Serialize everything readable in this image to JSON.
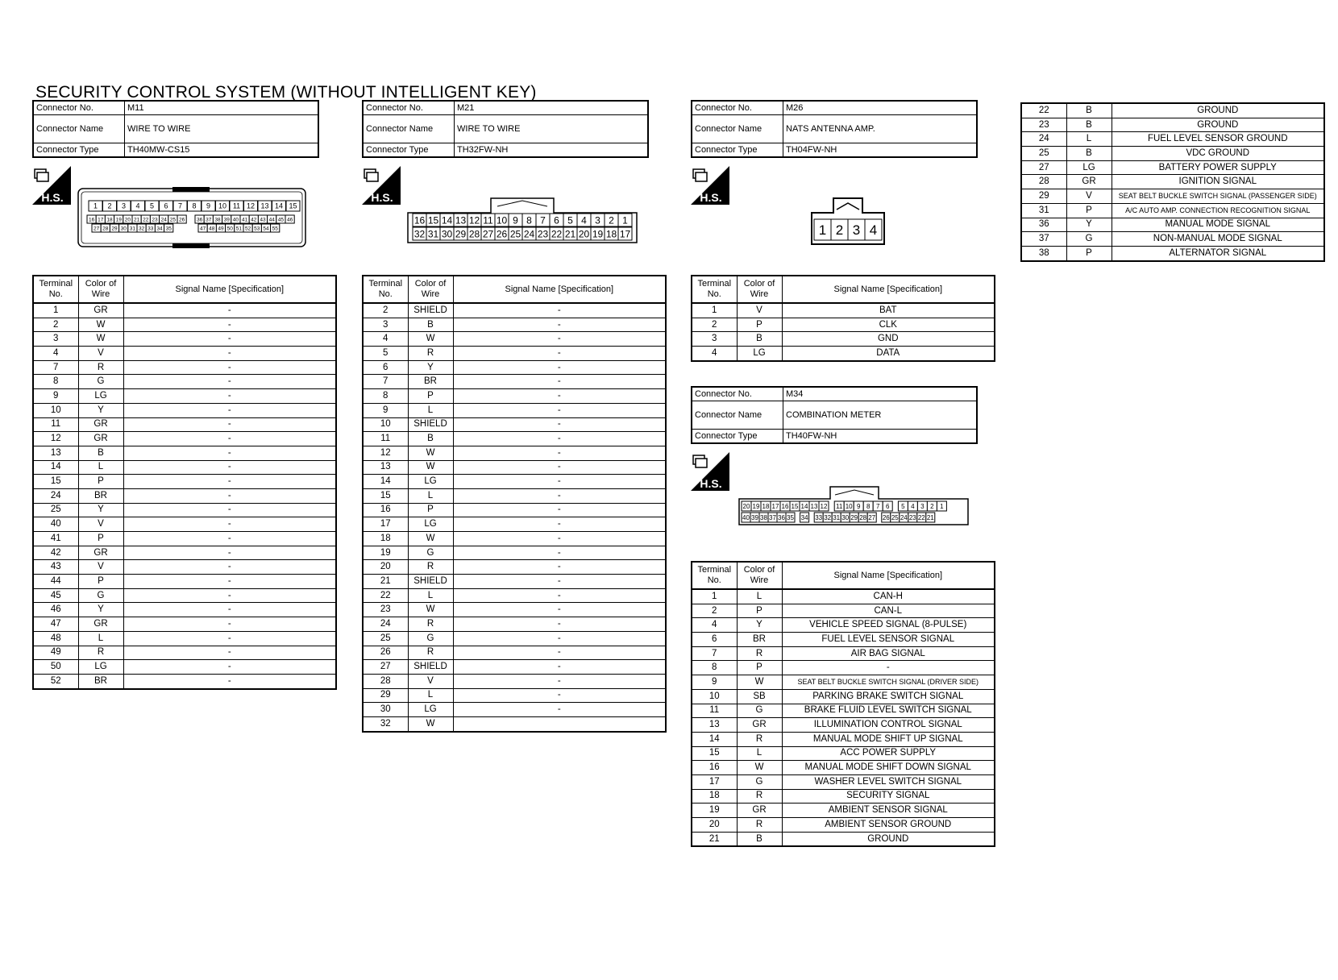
{
  "page": {
    "title": "SECURITY CONTROL SYSTEM (WITHOUT INTELLIGENT KEY)"
  },
  "labels": {
    "connector_no": "Connector No.",
    "connector_name": "Connector Name",
    "connector_type": "Connector Type",
    "terminal_no": "Terminal No.",
    "color_of_wire": "Color of Wire",
    "signal_name": "Signal Name [Specification]",
    "hs": "H.S."
  },
  "connectors": {
    "m11": {
      "no": "M11",
      "name": "WIRE TO WIRE",
      "type": "TH40MW-CS15",
      "rows": [
        [
          "1",
          "GR",
          "-"
        ],
        [
          "2",
          "W",
          "-"
        ],
        [
          "3",
          "W",
          "-"
        ],
        [
          "4",
          "V",
          "-"
        ],
        [
          "7",
          "R",
          "-"
        ],
        [
          "8",
          "G",
          "-"
        ],
        [
          "9",
          "LG",
          "-"
        ],
        [
          "10",
          "Y",
          "-"
        ],
        [
          "11",
          "GR",
          "-"
        ],
        [
          "12",
          "GR",
          "-"
        ],
        [
          "13",
          "B",
          "-"
        ],
        [
          "14",
          "L",
          "-"
        ],
        [
          "15",
          "P",
          "-"
        ],
        [
          "24",
          "BR",
          "-"
        ],
        [
          "25",
          "Y",
          "-"
        ],
        [
          "40",
          "V",
          "-"
        ],
        [
          "41",
          "P",
          "-"
        ],
        [
          "42",
          "GR",
          "-"
        ],
        [
          "43",
          "V",
          "-"
        ],
        [
          "44",
          "P",
          "-"
        ],
        [
          "45",
          "G",
          "-"
        ],
        [
          "46",
          "Y",
          "-"
        ],
        [
          "47",
          "GR",
          "-"
        ],
        [
          "48",
          "L",
          "-"
        ],
        [
          "49",
          "R",
          "-"
        ],
        [
          "50",
          "LG",
          "-"
        ],
        [
          "52",
          "BR",
          "-"
        ]
      ]
    },
    "m21": {
      "no": "M21",
      "name": "WIRE TO WIRE",
      "type": "TH32FW-NH",
      "rows": [
        [
          "2",
          "SHIELD",
          "-"
        ],
        [
          "3",
          "B",
          "-"
        ],
        [
          "4",
          "W",
          "-"
        ],
        [
          "5",
          "R",
          "-"
        ],
        [
          "6",
          "Y",
          "-"
        ],
        [
          "7",
          "BR",
          "-"
        ],
        [
          "8",
          "P",
          "-"
        ],
        [
          "9",
          "L",
          "-"
        ],
        [
          "10",
          "SHIELD",
          "-"
        ],
        [
          "11",
          "B",
          "-"
        ],
        [
          "12",
          "W",
          "-"
        ],
        [
          "13",
          "W",
          "-"
        ],
        [
          "14",
          "LG",
          "-"
        ],
        [
          "15",
          "L",
          "-"
        ],
        [
          "16",
          "P",
          "-"
        ],
        [
          "17",
          "LG",
          "-"
        ],
        [
          "18",
          "W",
          "-"
        ],
        [
          "19",
          "G",
          "-"
        ],
        [
          "20",
          "R",
          "-"
        ],
        [
          "21",
          "SHIELD",
          "-"
        ],
        [
          "22",
          "L",
          "-"
        ],
        [
          "23",
          "W",
          "-"
        ],
        [
          "24",
          "R",
          "-"
        ],
        [
          "25",
          "G",
          "-"
        ],
        [
          "26",
          "R",
          "-"
        ],
        [
          "27",
          "SHIELD",
          "-"
        ],
        [
          "28",
          "V",
          "-"
        ],
        [
          "29",
          "L",
          "-"
        ],
        [
          "30",
          "LG",
          "-"
        ],
        [
          "32",
          "W",
          ""
        ]
      ]
    },
    "m26": {
      "no": "M26",
      "name": "NATS ANTENNA AMP.",
      "type": "TH04FW-NH",
      "rows": [
        [
          "1",
          "V",
          "BAT"
        ],
        [
          "2",
          "P",
          "CLK"
        ],
        [
          "3",
          "B",
          "GND"
        ],
        [
          "4",
          "LG",
          "DATA"
        ]
      ]
    },
    "m34": {
      "no": "M34",
      "name": "COMBINATION METER",
      "type": "TH40FW-NH",
      "rows": [
        [
          "1",
          "L",
          "CAN-H"
        ],
        [
          "2",
          "P",
          "CAN-L"
        ],
        [
          "4",
          "Y",
          "VEHICLE SPEED SIGNAL (8-PULSE)"
        ],
        [
          "6",
          "BR",
          "FUEL LEVEL SENSOR SIGNAL"
        ],
        [
          "7",
          "R",
          "AIR BAG SIGNAL"
        ],
        [
          "8",
          "P",
          "-"
        ],
        [
          "9",
          "W",
          "SEAT BELT BUCKLE SWITCH SIGNAL (DRIVER SIDE)"
        ],
        [
          "10",
          "SB",
          "PARKING BRAKE SWITCH SIGNAL"
        ],
        [
          "11",
          "G",
          "BRAKE FLUID LEVEL SWITCH SIGNAL"
        ],
        [
          "13",
          "GR",
          "ILLUMINATION CONTROL SIGNAL"
        ],
        [
          "14",
          "R",
          "MANUAL MODE SHIFT UP SIGNAL"
        ],
        [
          "15",
          "L",
          "ACC POWER SUPPLY"
        ],
        [
          "16",
          "W",
          "MANUAL MODE SHIFT DOWN SIGNAL"
        ],
        [
          "17",
          "G",
          "WASHER LEVEL SWITCH SIGNAL"
        ],
        [
          "18",
          "R",
          "SECURITY SIGNAL"
        ],
        [
          "19",
          "GR",
          "AMBIENT SENSOR SIGNAL"
        ],
        [
          "20",
          "R",
          "AMBIENT SENSOR GROUND"
        ],
        [
          "21",
          "B",
          "GROUND"
        ]
      ]
    },
    "m34_cont": {
      "rows": [
        [
          "22",
          "B",
          "GROUND"
        ],
        [
          "23",
          "B",
          "GROUND"
        ],
        [
          "24",
          "L",
          "FUEL LEVEL SENSOR GROUND"
        ],
        [
          "25",
          "B",
          "VDC GROUND"
        ],
        [
          "27",
          "LG",
          "BATTERY POWER SUPPLY"
        ],
        [
          "28",
          "GR",
          "IGNITION SIGNAL"
        ],
        [
          "29",
          "V",
          "SEAT BELT BUCKLE SWITCH SIGNAL (PASSENGER SIDE)"
        ],
        [
          "31",
          "P",
          "A/C AUTO AMP. CONNECTION RECOGNITION SIGNAL"
        ],
        [
          "36",
          "Y",
          "MANUAL MODE SIGNAL"
        ],
        [
          "37",
          "G",
          "NON-MANUAL MODE SIGNAL"
        ],
        [
          "38",
          "P",
          "ALTERNATOR SIGNAL"
        ]
      ]
    }
  },
  "pin_layouts": {
    "m11": {
      "top": [
        "1",
        "2",
        "3",
        "4",
        "5",
        "6",
        "7",
        "8",
        "9",
        "10",
        "11",
        "12",
        "13",
        "14",
        "15"
      ],
      "r2a": [
        "16",
        "17",
        "18",
        "19",
        "20",
        "21",
        "22",
        "23",
        "24",
        "25",
        "26"
      ],
      "r2b": [
        "36",
        "37",
        "38",
        "39",
        "40",
        "41",
        "42",
        "43",
        "44",
        "45",
        "46"
      ],
      "r3a": [
        "27",
        "28",
        "29",
        "30",
        "31",
        "32",
        "33",
        "34",
        "35"
      ],
      "r3b": [
        "47",
        "48",
        "49",
        "50",
        "51",
        "52",
        "53",
        "54",
        "55"
      ]
    },
    "m21": {
      "top": [
        "16",
        "15",
        "14",
        "13",
        "12",
        "11",
        "10",
        "9",
        "8",
        "7",
        "6",
        "5",
        "4",
        "3",
        "2",
        "1"
      ],
      "bottom": [
        "32",
        "31",
        "30",
        "29",
        "28",
        "27",
        "26",
        "25",
        "24",
        "23",
        "22",
        "21",
        "20",
        "19",
        "18",
        "17"
      ]
    },
    "m26": {
      "pins": [
        "1",
        "2",
        "3",
        "4"
      ]
    },
    "m34": {
      "top": [
        "20",
        "19",
        "18",
        "17",
        "16",
        "15",
        "14",
        "13",
        "12",
        "",
        "11",
        "10",
        "9",
        "8",
        "7",
        "6",
        "",
        "5",
        "4",
        "3",
        "2",
        "1"
      ],
      "bottom": [
        "40",
        "39",
        "38",
        "37",
        "36",
        "35",
        "",
        "34",
        "",
        "33",
        "32",
        "31",
        "30",
        "29",
        "28",
        "27",
        "",
        "26",
        "25",
        "24",
        "23",
        "22",
        "21"
      ]
    }
  }
}
